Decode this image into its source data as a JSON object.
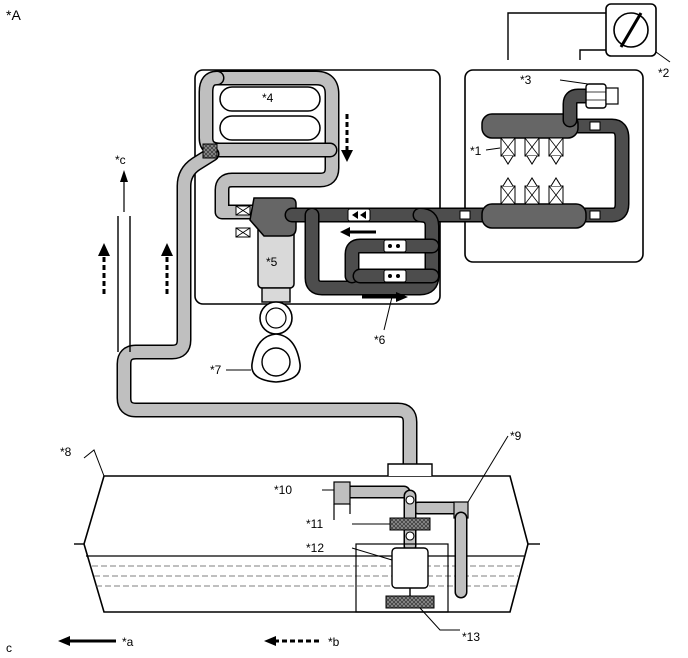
{
  "figure_id": "*A",
  "corner_label": "c",
  "callouts": {
    "c1": "*1",
    "c2": "*2",
    "c3": "*3",
    "c4": "*4",
    "c5": "*5",
    "c6": "*6",
    "c7": "*7",
    "c8": "*8",
    "c9": "*9",
    "c10": "*10",
    "c11": "*11",
    "c12": "*12",
    "c13": "*13"
  },
  "legend": {
    "solid_arrow": "*a",
    "dashed_arrow": "*b"
  },
  "outlet_label": "*c",
  "colors": {
    "line": "#000000",
    "light_pipe": "#bfbfbf",
    "dark_pipe": "#4d4d4d",
    "mesh": "#9a9a9a",
    "background": "#ffffff"
  }
}
